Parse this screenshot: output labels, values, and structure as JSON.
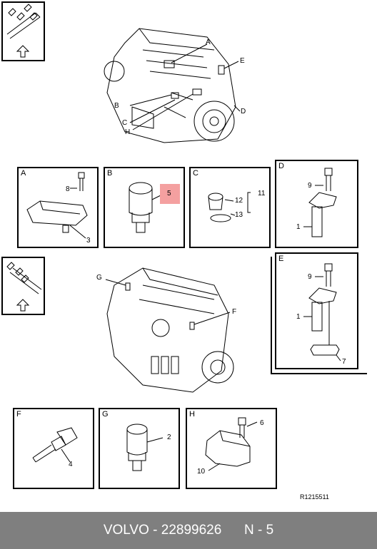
{
  "engine_top": {
    "markers": [
      "A",
      "E",
      "B",
      "D",
      "C",
      "H"
    ]
  },
  "engine_bottom": {
    "markers": [
      "G",
      "F"
    ]
  },
  "panels": {
    "A": {
      "letter": "A",
      "callouts": [
        "8",
        "3"
      ]
    },
    "B": {
      "letter": "B",
      "callouts": [
        "5"
      ]
    },
    "C": {
      "letter": "C",
      "callouts": [
        "11",
        "12",
        "13"
      ]
    },
    "D": {
      "letter": "D",
      "callouts": [
        "9",
        "1"
      ]
    },
    "E": {
      "letter": "E",
      "callouts": [
        "9",
        "1",
        "7"
      ]
    },
    "F": {
      "letter": "F",
      "callouts": [
        "4"
      ]
    },
    "G": {
      "letter": "G",
      "callouts": [
        "2"
      ]
    },
    "H": {
      "letter": "H",
      "callouts": [
        "6",
        "10"
      ]
    }
  },
  "reference": "R1215511",
  "footer": {
    "brand": "VOLVO",
    "part_number": "22899626",
    "page": "N - 5"
  },
  "colors": {
    "highlight": "#f4a0a0",
    "footer_bg": "#7f7f7f"
  }
}
